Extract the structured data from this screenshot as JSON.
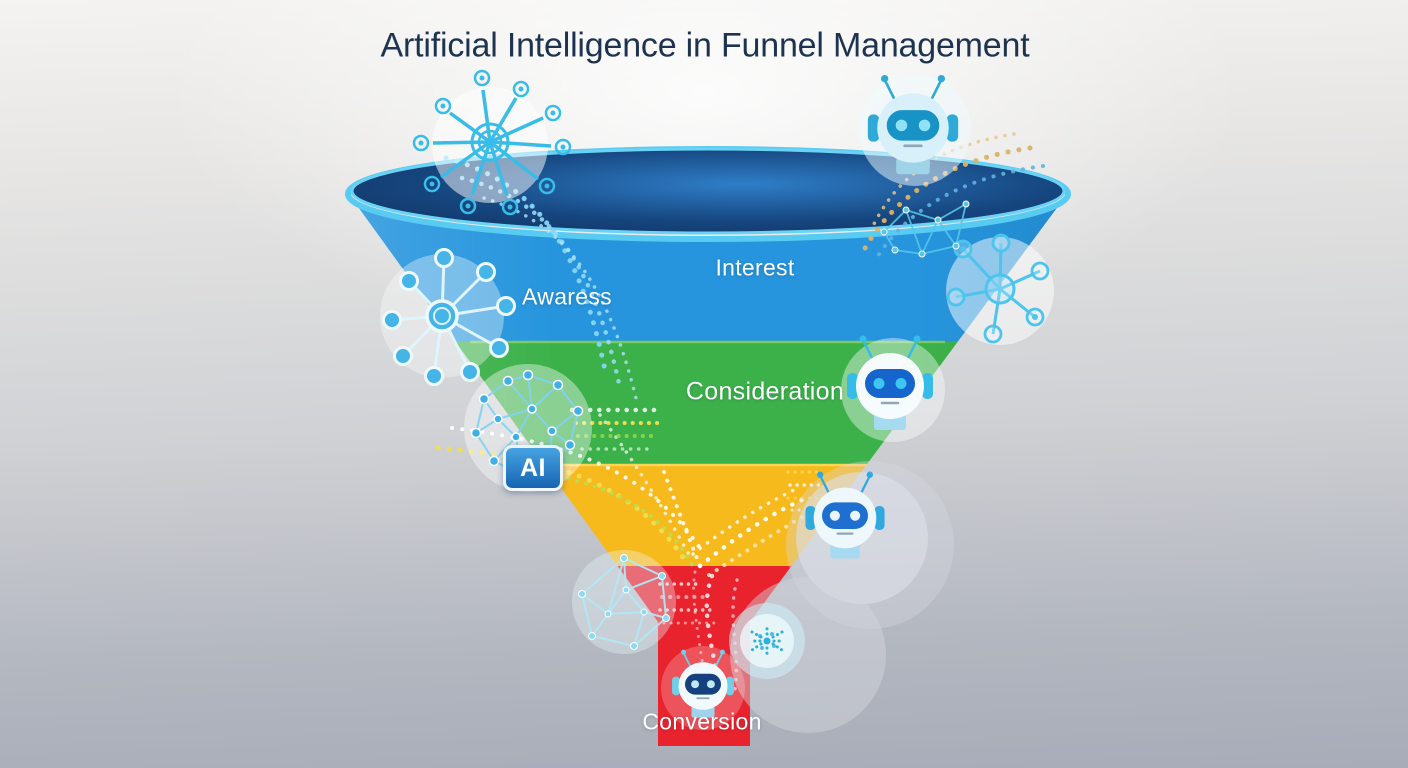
{
  "title": "Artificial Intelligence in Funnel Management",
  "badge": {
    "ai": "AI"
  },
  "funnel": {
    "stages": [
      {
        "id": "awareness",
        "label": "Awaress",
        "color": "#2695dd"
      },
      {
        "id": "interest",
        "label": "Interest",
        "color": "#2695dd"
      },
      {
        "id": "consideration",
        "label": "Consideration",
        "color": "#3cb14a"
      },
      {
        "id": "intent",
        "label": "",
        "color": "#f7ba1d"
      },
      {
        "id": "conversion",
        "label": "Conversion",
        "color": "#e8232e"
      }
    ],
    "bowl_interior_color": "#11386b",
    "rim_color": "#54c9f1"
  },
  "palette": {
    "background_top": "#f4f3f1",
    "background_bottom": "#a7acb8",
    "title_color": "#1d3350",
    "accent_cyan": "#3fc0ea",
    "particle_gold": "#d9b266",
    "particle_green": "#b5e052",
    "particle_white": "#ffffff"
  },
  "icons": [
    "network-hub-rings-icon",
    "network-hub-filled-icon",
    "network-hub-outline-icon",
    "neural-mesh-icon",
    "ai-chip-badge",
    "polyhedron-network-icon",
    "data-burst-icon",
    "robot-icon-top",
    "robot-icon-consideration",
    "robot-icon-intent",
    "robot-icon-conversion"
  ]
}
